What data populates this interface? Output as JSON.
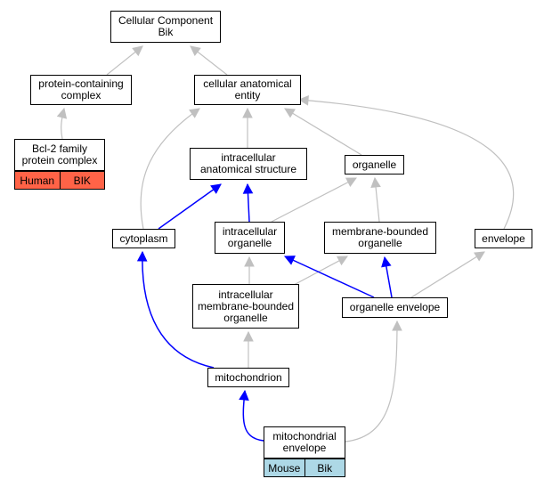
{
  "colors": {
    "edge_gray": "#c0c0c0",
    "edge_blue": "#0000ff",
    "human_annotation": "#ff6347",
    "mouse_annotation": "#add8e6"
  },
  "nodes": {
    "root": "Cellular Component\nBik",
    "protein_complex": "protein-containing\ncomplex",
    "cellular_anatomical_entity": "cellular anatomical\nentity",
    "bcl2": "Bcl-2 family\nprotein complex",
    "intracellular_anatomical_structure": "intracellular\nanatomical structure",
    "organelle": "organelle",
    "cytoplasm": "cytoplasm",
    "intracellular_organelle": "intracellular\norganelle",
    "membrane_bounded_organelle": "membrane-bounded\norganelle",
    "envelope": "envelope",
    "intracellular_membrane_bounded_organelle": "intracellular\nmembrane-bounded\norganelle",
    "organelle_envelope": "organelle envelope",
    "mitochondrion": "mitochondrion",
    "mitochondrial_envelope": "mitochondrial\nenvelope"
  },
  "annotations": {
    "bcl2": [
      "Human",
      "BIK"
    ],
    "mitochondrial_envelope": [
      "Mouse",
      "Bik"
    ]
  },
  "edges": [
    {
      "from": "protein_complex",
      "to": "root",
      "color": "gray"
    },
    {
      "from": "cellular_anatomical_entity",
      "to": "root",
      "color": "gray"
    },
    {
      "from": "bcl2",
      "to": "protein_complex",
      "color": "gray"
    },
    {
      "from": "intracellular_anatomical_structure",
      "to": "cellular_anatomical_entity",
      "color": "gray"
    },
    {
      "from": "organelle",
      "to": "cellular_anatomical_entity",
      "color": "gray"
    },
    {
      "from": "cytoplasm",
      "to": "cellular_anatomical_entity",
      "color": "gray"
    },
    {
      "from": "envelope",
      "to": "cellular_anatomical_entity",
      "color": "gray"
    },
    {
      "from": "cytoplasm",
      "to": "intracellular_anatomical_structure",
      "color": "blue"
    },
    {
      "from": "intracellular_organelle",
      "to": "intracellular_anatomical_structure",
      "color": "blue"
    },
    {
      "from": "intracellular_organelle",
      "to": "organelle",
      "color": "gray"
    },
    {
      "from": "membrane_bounded_organelle",
      "to": "organelle",
      "color": "gray"
    },
    {
      "from": "intracellular_membrane_bounded_organelle",
      "to": "intracellular_organelle",
      "color": "gray"
    },
    {
      "from": "intracellular_membrane_bounded_organelle",
      "to": "membrane_bounded_organelle",
      "color": "gray"
    },
    {
      "from": "organelle_envelope",
      "to": "intracellular_organelle",
      "color": "blue"
    },
    {
      "from": "organelle_envelope",
      "to": "membrane_bounded_organelle",
      "color": "blue"
    },
    {
      "from": "organelle_envelope",
      "to": "envelope",
      "color": "gray"
    },
    {
      "from": "mitochondrion",
      "to": "intracellular_membrane_bounded_organelle",
      "color": "gray"
    },
    {
      "from": "mitochondrion",
      "to": "cytoplasm",
      "color": "blue"
    },
    {
      "from": "mitochondrial_envelope",
      "to": "mitochondrion",
      "color": "blue"
    },
    {
      "from": "mitochondrial_envelope",
      "to": "organelle_envelope",
      "color": "gray"
    }
  ]
}
